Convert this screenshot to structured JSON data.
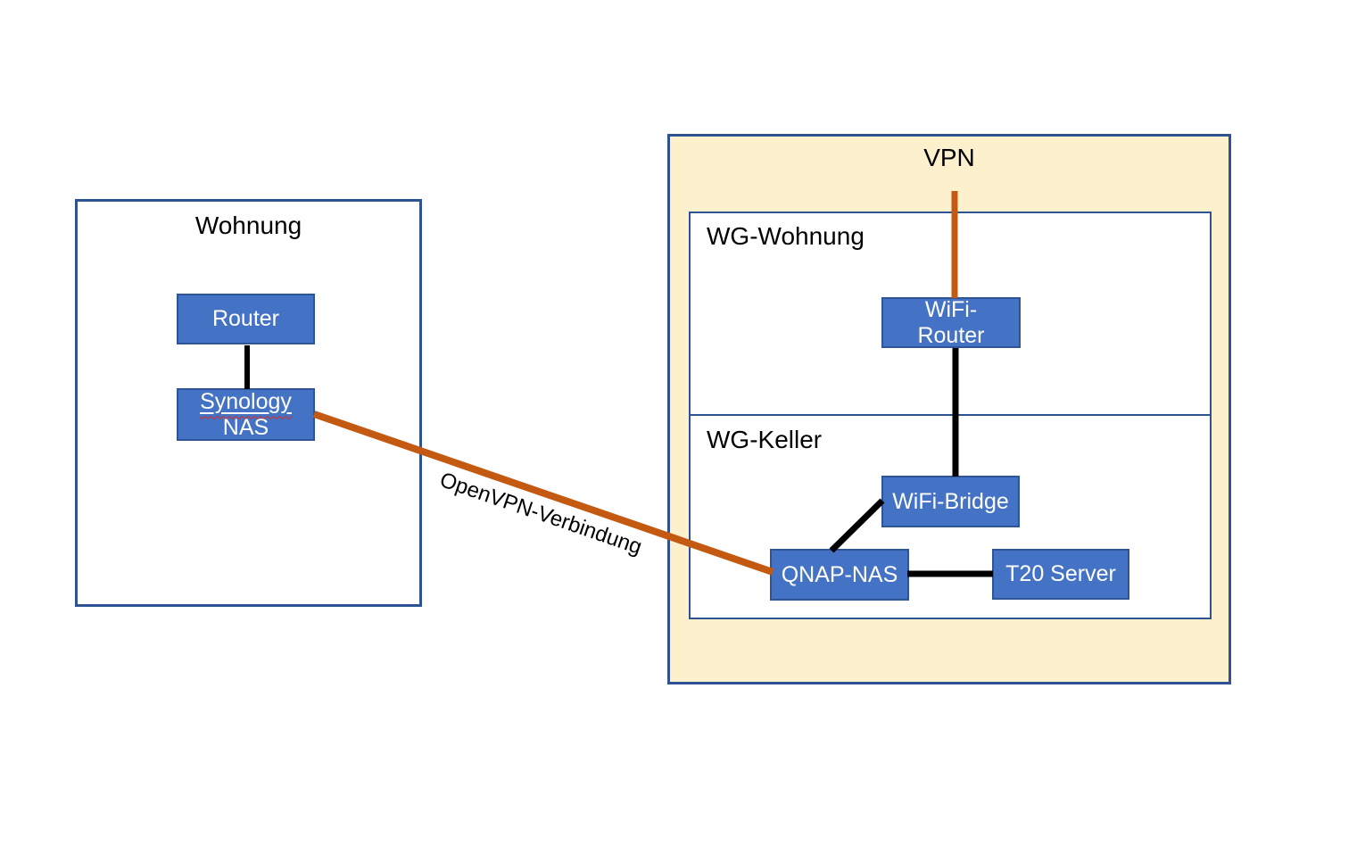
{
  "colors": {
    "node_fill": "#4472C4",
    "node_border": "#2F5597",
    "frame_border": "#2E5395",
    "vpn_fill": "#FCF0CD",
    "connector_black": "#000000",
    "connector_orange": "#C45911",
    "spellcheck_red": "#E02B20",
    "node_text": "#FFFFFF",
    "title_text": "#000000"
  },
  "wohnung": {
    "title": "Wohnung",
    "nodes": {
      "router": "Router",
      "synology_line1": "Synology",
      "synology_line2": "NAS"
    }
  },
  "vpn": {
    "title": "VPN",
    "wg_wohnung": {
      "title": "WG-Wohnung",
      "nodes": {
        "wifi_router_line1": "WiFi-",
        "wifi_router_line2": "Router"
      }
    },
    "wg_keller": {
      "title": "WG-Keller",
      "nodes": {
        "wifi_bridge": "WiFi-Bridge",
        "qnap_nas": "QNAP-NAS",
        "t20_server": "T20 Server"
      }
    }
  },
  "connection": {
    "label": "OpenVPN-Verbindung"
  }
}
